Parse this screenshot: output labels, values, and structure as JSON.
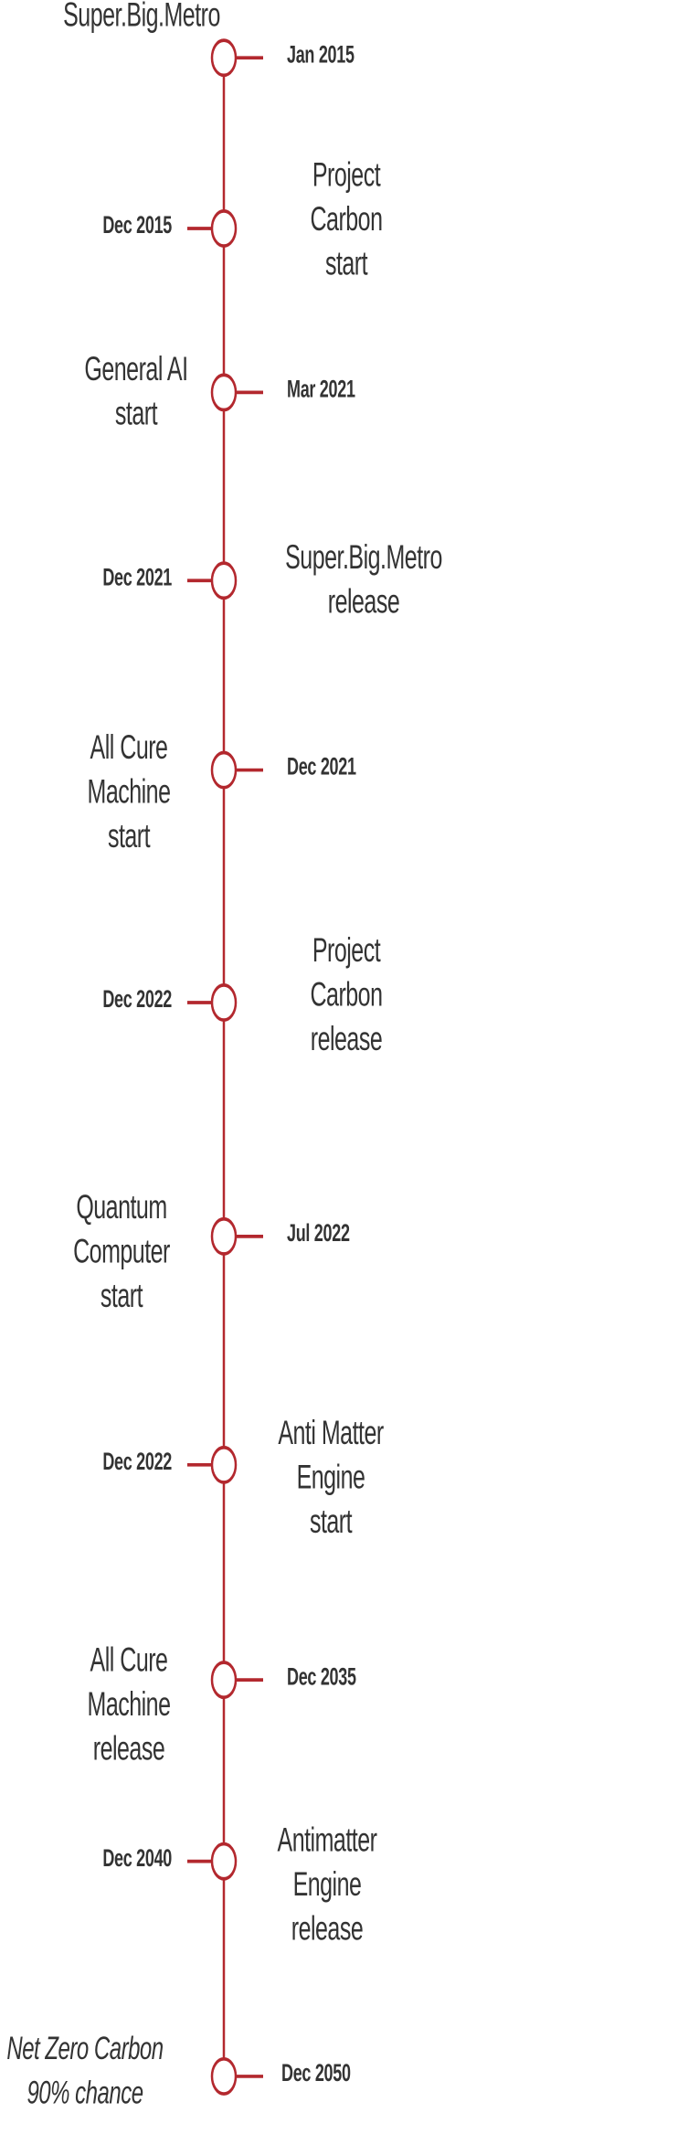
{
  "colors": {
    "line": "#b3282e",
    "text": "#333333"
  },
  "events": [
    {
      "label": "Super.Big.Metro",
      "date": "Jan 2015"
    },
    {
      "label": "Project Carbon\nstart",
      "date": "Dec 2015"
    },
    {
      "label": "General AI\nstart",
      "date": "Mar 2021"
    },
    {
      "label": "Super.Big.Metro\nrelease",
      "date": "Dec 2021"
    },
    {
      "label": "All Cure\nMachine\nstart",
      "date": "Dec 2021"
    },
    {
      "label": "Project Carbon\nrelease",
      "date": "Dec 2022"
    },
    {
      "label": "Quantum\nComputer\nstart",
      "date": "Jul 2022"
    },
    {
      "label": "Anti Matter\nEngine\nstart",
      "date": "Dec 2022"
    },
    {
      "label": "All Cure\nMachine\nrelease",
      "date": "Dec 2035"
    },
    {
      "label": "Antimatter\nEngine\nrelease",
      "date": "Dec 2040"
    },
    {
      "label": "Net Zero Carbon\n90% chance",
      "date": "Dec 2050"
    }
  ]
}
